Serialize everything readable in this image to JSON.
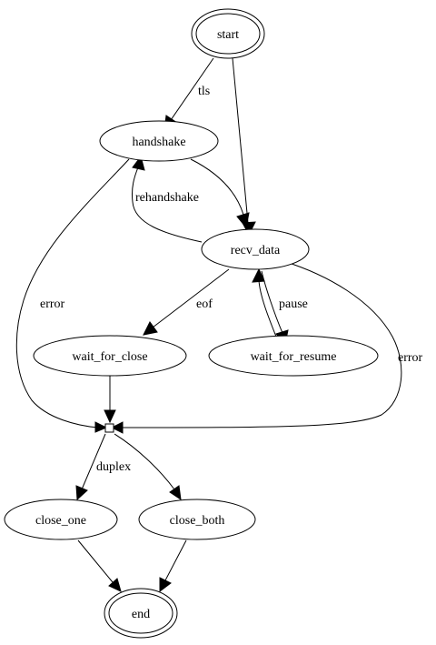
{
  "nodes": {
    "start": "start",
    "handshake": "handshake",
    "recv_data": "recv_data",
    "wait_for_close": "wait_for_close",
    "wait_for_resume": "wait_for_resume",
    "close_one": "close_one",
    "close_both": "close_both",
    "end": "end"
  },
  "edges": {
    "tls": "tls",
    "rehandshake": "rehandshake",
    "error_left": "error",
    "eof": "eof",
    "pause": "pause",
    "error_right": "error",
    "duplex": "duplex"
  }
}
